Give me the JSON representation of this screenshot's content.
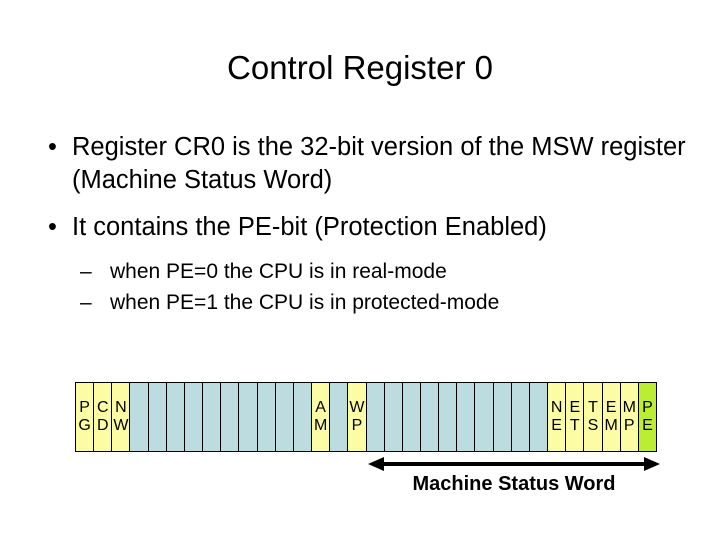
{
  "slide": {
    "title": "Control Register 0",
    "bullets": [
      {
        "marker": "•",
        "text": "Register CR0 is the 32-bit version of the MSW register (Machine Status Word)"
      },
      {
        "marker": "•",
        "text": "It contains the PE-bit (Protection Enabled)"
      }
    ],
    "sub_bullets": [
      {
        "marker": "–",
        "text": "when PE=0 the CPU is in real-mode"
      },
      {
        "marker": "–",
        "text": "when PE=1 the CPU is in protected-mode"
      }
    ]
  },
  "register": {
    "name": "CR0",
    "bit_count": 32,
    "colors": {
      "named_bit": "#fcfca4",
      "reserved_bit": "#bcdce0",
      "highlight_bit": "#bbee33",
      "border": "#000000"
    },
    "cells": [
      {
        "index": 0,
        "top": "P",
        "bottom": "G",
        "label": "PG",
        "style": "named"
      },
      {
        "index": 1,
        "top": "C",
        "bottom": "D",
        "label": "CD",
        "style": "named"
      },
      {
        "index": 2,
        "top": "N",
        "bottom": "W",
        "label": "NW",
        "style": "named"
      },
      {
        "index": 3,
        "top": "",
        "bottom": "",
        "label": "",
        "style": "reserved"
      },
      {
        "index": 4,
        "top": "",
        "bottom": "",
        "label": "",
        "style": "reserved"
      },
      {
        "index": 5,
        "top": "",
        "bottom": "",
        "label": "",
        "style": "reserved"
      },
      {
        "index": 6,
        "top": "",
        "bottom": "",
        "label": "",
        "style": "reserved"
      },
      {
        "index": 7,
        "top": "",
        "bottom": "",
        "label": "",
        "style": "reserved"
      },
      {
        "index": 8,
        "top": "",
        "bottom": "",
        "label": "",
        "style": "reserved"
      },
      {
        "index": 9,
        "top": "",
        "bottom": "",
        "label": "",
        "style": "reserved"
      },
      {
        "index": 10,
        "top": "",
        "bottom": "",
        "label": "",
        "style": "reserved"
      },
      {
        "index": 11,
        "top": "",
        "bottom": "",
        "label": "",
        "style": "reserved"
      },
      {
        "index": 12,
        "top": "",
        "bottom": "",
        "label": "",
        "style": "reserved"
      },
      {
        "index": 13,
        "top": "A",
        "bottom": "M",
        "label": "AM",
        "style": "named"
      },
      {
        "index": 14,
        "top": "",
        "bottom": "",
        "label": "",
        "style": "reserved"
      },
      {
        "index": 15,
        "top": "W",
        "bottom": "P",
        "label": "WP",
        "style": "named"
      },
      {
        "index": 16,
        "top": "",
        "bottom": "",
        "label": "",
        "style": "reserved"
      },
      {
        "index": 17,
        "top": "",
        "bottom": "",
        "label": "",
        "style": "reserved"
      },
      {
        "index": 18,
        "top": "",
        "bottom": "",
        "label": "",
        "style": "reserved"
      },
      {
        "index": 19,
        "top": "",
        "bottom": "",
        "label": "",
        "style": "reserved"
      },
      {
        "index": 20,
        "top": "",
        "bottom": "",
        "label": "",
        "style": "reserved"
      },
      {
        "index": 21,
        "top": "",
        "bottom": "",
        "label": "",
        "style": "reserved"
      },
      {
        "index": 22,
        "top": "",
        "bottom": "",
        "label": "",
        "style": "reserved"
      },
      {
        "index": 23,
        "top": "",
        "bottom": "",
        "label": "",
        "style": "reserved"
      },
      {
        "index": 24,
        "top": "",
        "bottom": "",
        "label": "",
        "style": "reserved"
      },
      {
        "index": 25,
        "top": "",
        "bottom": "",
        "label": "",
        "style": "reserved"
      },
      {
        "index": 26,
        "top": "N",
        "bottom": "E",
        "label": "NE",
        "style": "named"
      },
      {
        "index": 27,
        "top": "E",
        "bottom": "T",
        "label": "ET",
        "style": "named"
      },
      {
        "index": 28,
        "top": "T",
        "bottom": "S",
        "label": "TS",
        "style": "named"
      },
      {
        "index": 29,
        "top": "E",
        "bottom": "M",
        "label": "EM",
        "style": "named"
      },
      {
        "index": 30,
        "top": "M",
        "bottom": "P",
        "label": "MP",
        "style": "named"
      },
      {
        "index": 31,
        "top": "P",
        "bottom": "E",
        "label": "PE",
        "style": "highlight"
      }
    ]
  },
  "msw_annotation": {
    "label": "Machine Status Word",
    "arrow": "double-headed"
  }
}
